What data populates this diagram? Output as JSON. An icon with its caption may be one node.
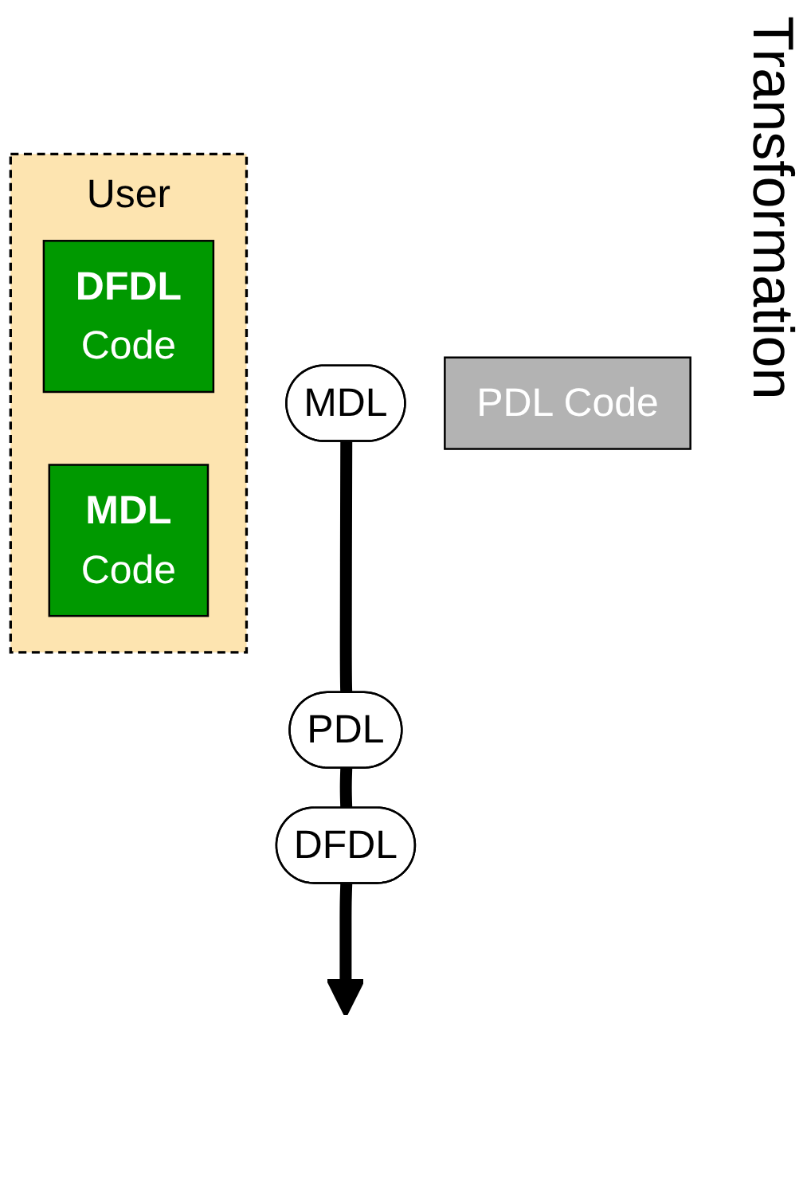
{
  "diagram": {
    "nodes": [
      {
        "text": [
          "MDL"
        ]
      },
      {
        "text": [
          "PDL"
        ]
      },
      {
        "text": [
          "DFDL"
        ]
      },
      {
        "text": [
          "User"
        ]
      },
      {
        "text": [
          "DFDL",
          "Code"
        ],
        "in": 3
      },
      {
        "text": [
          "MDL",
          "Code"
        ],
        "in": 3
      },
      {
        "text": [
          "PDL Code"
        ]
      }
    ],
    "edges": [
      {
        "from": 0,
        "to": 1,
        "arrow": "none"
      },
      {
        "from": 1,
        "to": 2,
        "arrow": "none"
      },
      {
        "from": 2,
        "to": null,
        "arrow": "to"
      }
    ],
    "labels": [
      "Transformation"
    ]
  }
}
